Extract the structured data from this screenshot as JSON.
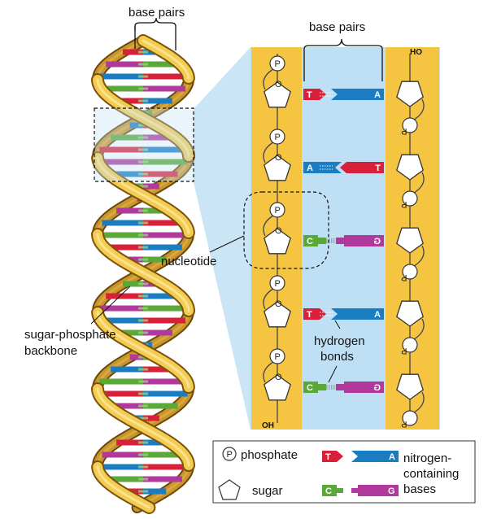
{
  "labels": {
    "base_pairs_left": "base pairs",
    "base_pairs_right": "base pairs",
    "nucleotide": "nucleotide",
    "backbone_line1": "sugar-phosphate",
    "backbone_line2": "backbone",
    "hydrogen_line1": "hydrogen",
    "hydrogen_line2": "bonds",
    "ho_top": "HO",
    "oh_bottom": "OH"
  },
  "phosphate_letter": "P",
  "sugar_ring_letter": "O",
  "base_pairs": [
    {
      "left": "T",
      "right": "A",
      "left_color": "#d9203a",
      "right_color": "#1a7cc1"
    },
    {
      "left": "A",
      "right": "T",
      "left_color": "#1a7cc1",
      "right_color": "#d9203a"
    },
    {
      "left": "C",
      "right": "G",
      "left_color": "#5aa838",
      "right_color": "#b0399b"
    },
    {
      "left": "T",
      "right": "A",
      "left_color": "#d9203a",
      "right_color": "#1a7cc1"
    },
    {
      "left": "C",
      "right": "G",
      "left_color": "#5aa838",
      "right_color": "#b0399b"
    }
  ],
  "legend": {
    "phosphate": "phosphate",
    "sugar": "sugar",
    "nitrogen_line1": "nitrogen-",
    "nitrogen_line2": "containing",
    "nitrogen_line3": "bases",
    "t": "T",
    "a": "A",
    "c": "C",
    "g": "G"
  },
  "colors": {
    "backbone_yellow": "#f5c542",
    "zoom_blue": "#bfe0f4",
    "thymine": "#d9203a",
    "adenine": "#1a7cc1",
    "cytosine": "#5aa838",
    "guanine": "#b0399b"
  }
}
